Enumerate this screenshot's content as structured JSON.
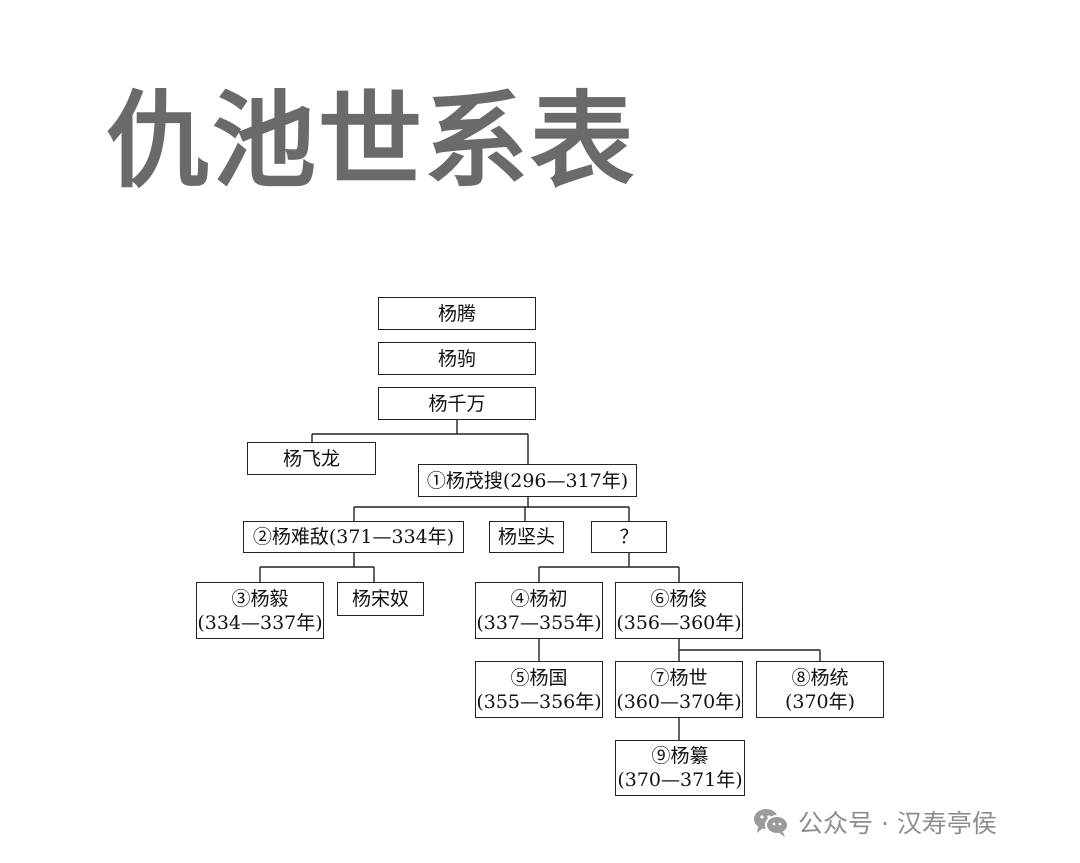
{
  "title": "仇池世系表",
  "nodes": {
    "yang_teng": {
      "line1": "杨腾"
    },
    "yang_ju": {
      "line1": "杨驹"
    },
    "yang_qianwan": {
      "line1": "杨千万"
    },
    "yang_feilong": {
      "line1": "杨飞龙"
    },
    "yang_maosou": {
      "line1": "①杨茂搜(296—317年)"
    },
    "yang_nandi": {
      "line1": "②杨难敌(371—334年)"
    },
    "yang_jiantou": {
      "line1": "杨坚头"
    },
    "unknown": {
      "line1": "？"
    },
    "yang_yi": {
      "line1": "③杨毅",
      "line2": "(334—337年)"
    },
    "yang_songnu": {
      "line1": "杨宋奴"
    },
    "yang_chu": {
      "line1": "④杨初",
      "line2": "(337—355年)"
    },
    "yang_jun": {
      "line1": "⑥杨俊",
      "line2": "(356—360年)"
    },
    "yang_guo": {
      "line1": "⑤杨国",
      "line2": "(355—356年)"
    },
    "yang_shi": {
      "line1": "⑦杨世",
      "line2": "(360—370年)"
    },
    "yang_tong": {
      "line1": "⑧杨统",
      "line2": "(370年)"
    },
    "yang_cuan": {
      "line1": "⑨杨纂",
      "line2": "(370—371年)"
    }
  },
  "watermark": {
    "icon": "wechat-icon",
    "text": "公众号 · 汉寿亭侯"
  }
}
